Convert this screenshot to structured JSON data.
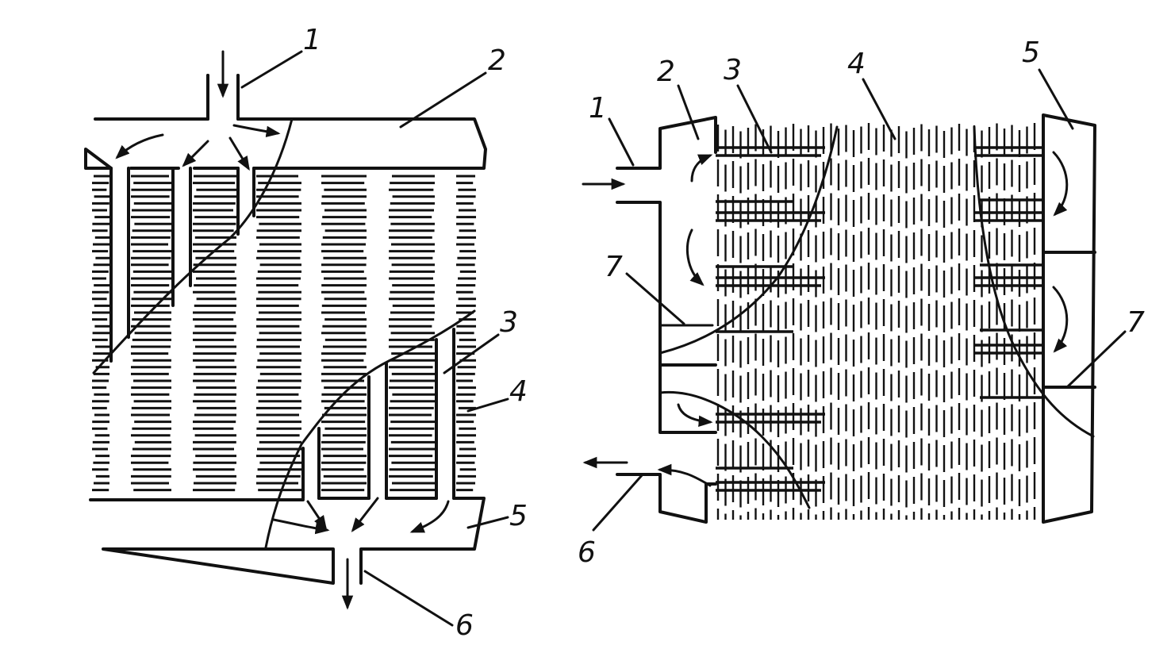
{
  "figures": {
    "left": {
      "labels": {
        "l1": "1",
        "l2": "2",
        "l3": "3",
        "l4": "4",
        "l5": "5",
        "l6": "6"
      }
    },
    "right": {
      "labels": {
        "l1": "1",
        "l2": "2",
        "l3": "3",
        "l4": "4",
        "l5": "5",
        "l6": "6",
        "l7a": "7",
        "l7b": "7"
      }
    }
  },
  "colors": {
    "ink": "#111111",
    "paper": "#ffffff"
  }
}
